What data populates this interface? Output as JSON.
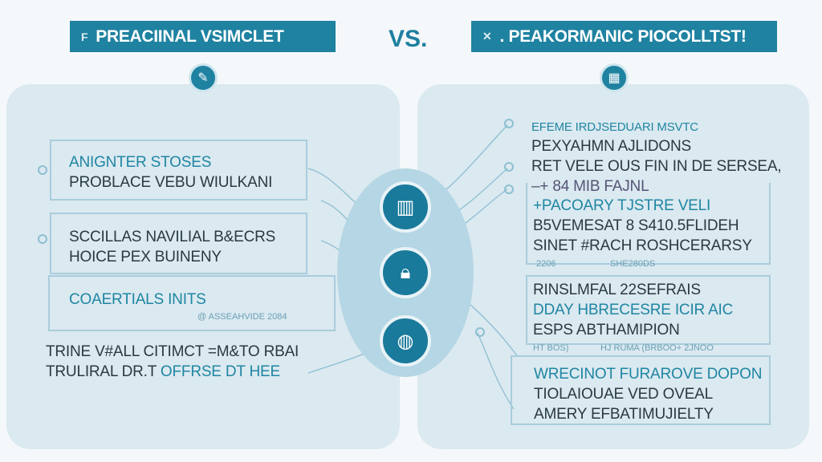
{
  "left_header": {
    "icon": "F",
    "title": "PREACIINAL VSIMCLET"
  },
  "vs": "VS.",
  "right_header": {
    "icon": "✕",
    "title": ". PEAKORMANIC PIOCOLLTST!"
  },
  "left": {
    "boxes": [
      {
        "title": "ANIGNTER STOSES",
        "line": "PROBLACE VEBU WIULKANI"
      },
      {
        "line1": "SCCILLAS NAVILIAL B&ECRS",
        "line2": "HOICE PEX BUINENY"
      },
      {
        "title": "COAERTIALS INITS",
        "note": "@ ASSEAHVIDE 2084"
      }
    ],
    "footer": [
      "TRINE V#ALL CITIMCT =M&TO RBAI",
      "TRULIRAL DR.T",
      "OFFRSE DT HEE"
    ]
  },
  "right": {
    "top": {
      "title": "EFEME IRDJSEDUARI MSVTC",
      "lines": [
        "PEXYAHMN AJLIDONS",
        "RET VELE OUS FIN IN DE SERSEA,",
        "–+ 84 MIB FAJNL"
      ]
    },
    "box1": {
      "title": "+PACOARY TJSTRE VELI",
      "lines": [
        "B5VEMESAT 8 S410.5FLIDEH",
        "SINET #RACH ROSHCERARSY"
      ],
      "note": [
        "2206",
        "SHE280DS"
      ]
    },
    "box2": {
      "lines": [
        "RINSLMFAL 22SEFRAIS",
        "DDAY HBRECESRE ICIR AIC",
        "ESPS ABTHAMIPION"
      ],
      "note": [
        "HT BOS)",
        "HJ RUMA (BRBOO+ 2JNOO"
      ]
    },
    "box3": {
      "title": "WRECINOT FURAROVE DOPON",
      "lines": [
        "TIOLAIOUAE VED OVEAL",
        "AMERY EFBATIMUJIELTY"
      ]
    }
  },
  "colors": {
    "teal": "#1f82a1",
    "panel": "#dbe9f0",
    "ellipse": "#b5d6e4"
  }
}
